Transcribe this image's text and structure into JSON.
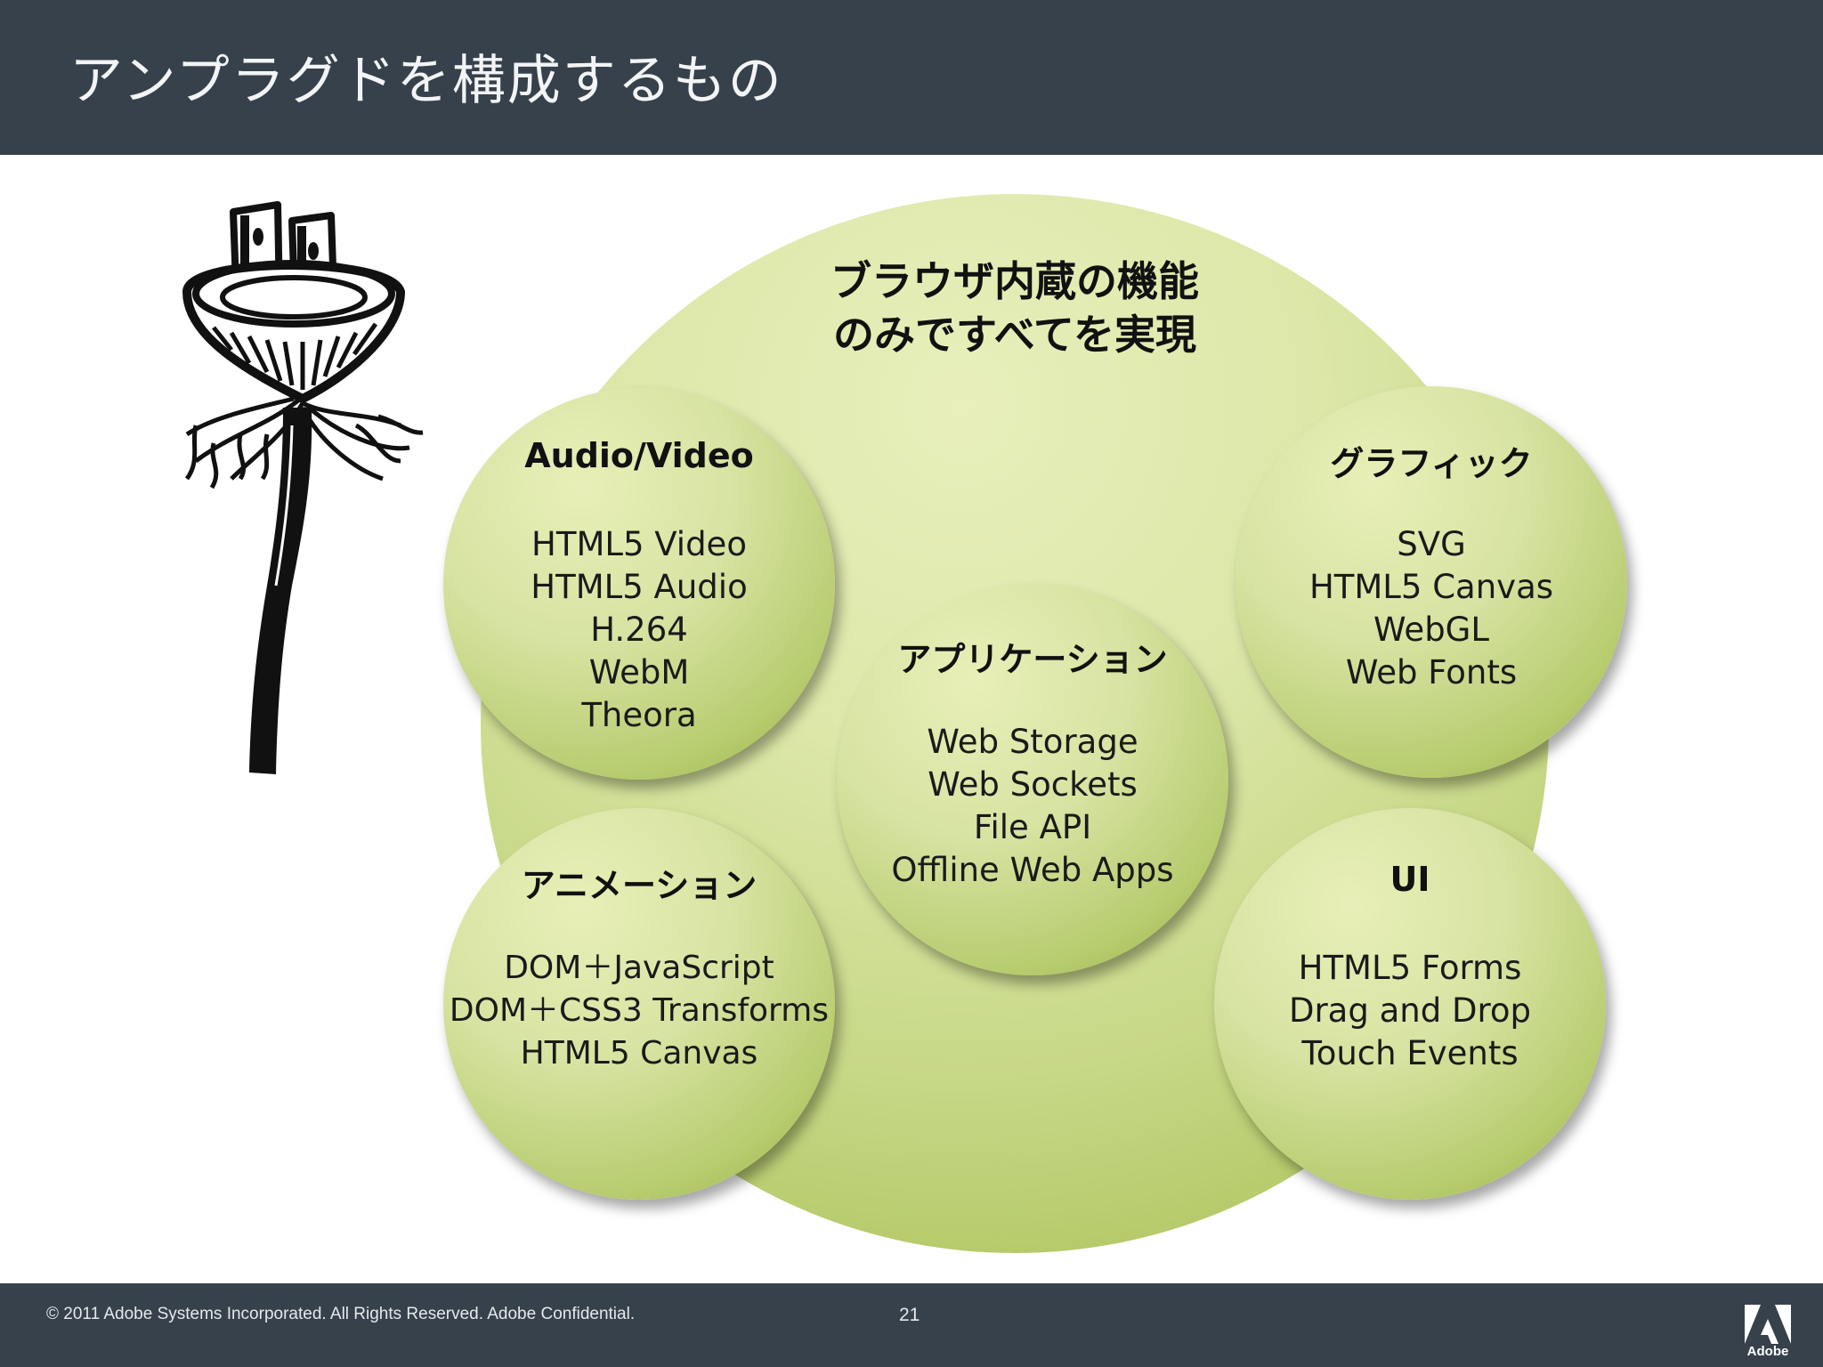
{
  "slide": {
    "title": "アンプラグドを構成するもの",
    "center_label_line1": "ブラウザ内蔵の機能",
    "center_label_line2": "のみですべてを実現"
  },
  "bubbles": {
    "audio_video": {
      "title": "Audio/Video",
      "items": [
        "HTML5 Video",
        "HTML5 Audio",
        "H.264",
        "WebM",
        "Theora"
      ]
    },
    "graphics": {
      "title": "グラフィック",
      "items": [
        "SVG",
        "HTML5 Canvas",
        "WebGL",
        "Web Fonts"
      ]
    },
    "application": {
      "title": "アプリケーション",
      "items": [
        "Web Storage",
        "Web Sockets",
        "File API",
        "Offline Web Apps"
      ]
    },
    "animation": {
      "title": "アニメーション",
      "items": [
        "DOM＋JavaScript",
        "DOM＋CSS3 Transforms",
        "HTML5 Canvas"
      ]
    },
    "ui": {
      "title": "UI",
      "items": [
        "HTML5 Forms",
        "Drag and Drop",
        "Touch Events"
      ]
    }
  },
  "footer": {
    "copyright": "© 2011 Adobe Systems Incorporated.  All Rights Reserved.  Adobe Confidential.",
    "page_number": "21",
    "logo_text": "Adobe"
  },
  "colors": {
    "header_bg": "#36414b",
    "bubble_light": "#e8efb8",
    "bubble_dark": "#98b03e"
  },
  "icons": [
    "unplugged-plug-illustration",
    "adobe-logo-icon"
  ]
}
